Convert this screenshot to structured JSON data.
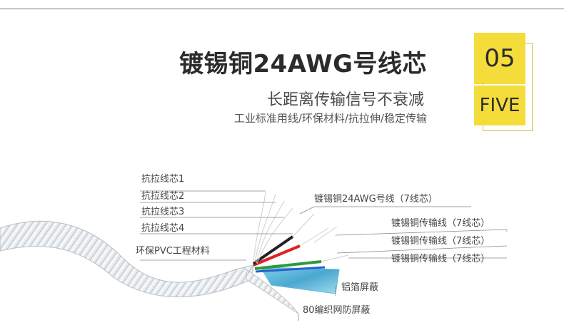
{
  "header": {
    "title": "镀锡铜24AWG号线芯",
    "subtitle": "长距离传输信号不衰减",
    "features": "工业标准用线/环保材料/抗拉伸/稳定传输"
  },
  "badge": {
    "number": "05",
    "word": "FIVE",
    "color": "#f4dc3a"
  },
  "callouts": {
    "left": [
      "抗拉线芯1",
      "抗拉线芯2",
      "抗拉线芯3",
      "抗拉线芯4",
      "环保PVC工程材料"
    ],
    "right": [
      "镀锡铜24AWG号线（7线芯）",
      "镀锡铜传输线（7线芯）",
      "镀锡铜传输线（7线芯）",
      "镀锡铜传输线（7线芯）"
    ],
    "bottom": [
      "铝箔屏蔽",
      "80编织网防屏蔽"
    ]
  }
}
